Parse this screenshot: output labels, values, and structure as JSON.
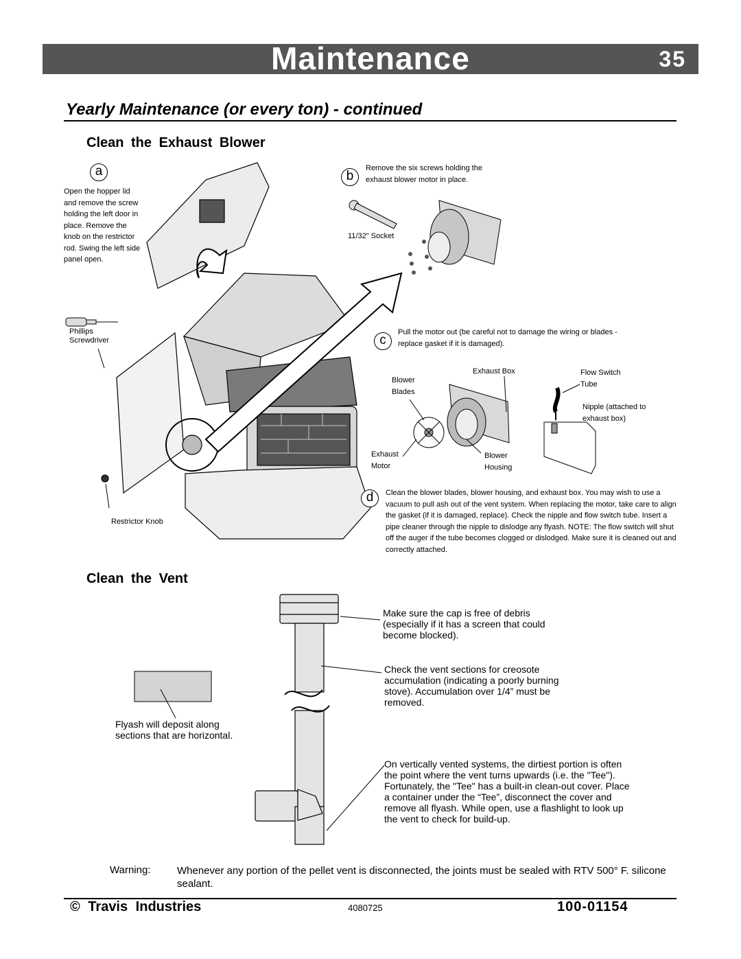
{
  "header": {
    "title": "Maintenance",
    "page_number": "35"
  },
  "section": {
    "title": "Yearly Maintenance (or every ton) - continued"
  },
  "exhaust": {
    "heading": "Clean the Exhaust Blower",
    "step_a": {
      "letter": "a",
      "text": "Open the hopper lid and remove the screw holding the left door in place. Remove the knob on the restrictor rod. Swing the left side panel open."
    },
    "screwdriver_label": "Phillips Screwdriver",
    "restrictor_label": "Restrictor Knob",
    "step_b": {
      "letter": "b",
      "text": "Remove the six screws holding the exhaust blower motor in place.",
      "socket_label": "11/32\" Socket"
    },
    "step_c": {
      "letter": "c",
      "text": "Pull the motor out (be careful not to damage the wiring or blades - replace gasket if it is damaged)."
    },
    "labels": {
      "exhaust_box": "Exhaust Box",
      "flow_switch_tube": "Flow Switch Tube",
      "blower_blades": "Blower Blades",
      "nipple": "Nipple (attached to exhaust box)",
      "exhaust_motor": "Exhaust Motor",
      "blower_housing": "Blower Housing"
    },
    "step_d": {
      "letter": "d",
      "text": "Clean the blower blades, blower housing, and exhaust box. You may wish to use a vacuum to pull ash out of the vent system. When replacing the motor, take care to align the gasket (if it is damaged, replace). Check the nipple and flow switch tube. Insert a pipe cleaner through the nipple to dislodge any flyash. NOTE: The flow switch will shut off the auger if the tube becomes clogged or dislodged. Make sure it is cleaned out and correctly attached."
    }
  },
  "vent": {
    "heading": "Clean the Vent",
    "cap_note": "Make sure the cap is free of debris (especially if it has a screen that could become blocked).",
    "creosote_note": "Check the vent sections for creosote accumulation (indicating a poorly burning stove). Accumulation over 1/4” must be removed.",
    "flyash_note": "Flyash will deposit along sections that are horizontal.",
    "tee_note": "On vertically vented systems, the dirtiest portion is often the point where the vent turns upwards (i.e. the \"Tee\"). Fortunately, the \"Tee\" has a built-in clean-out cover. Place a container under the “Tee”, disconnect the cover and remove all flyash. While open, use a flashlight to look up the vent to check for build-up."
  },
  "warning": {
    "label": "Warning:",
    "text": "Whenever any portion of the pellet vent is disconnected, the joints must be sealed with RTV 500° F. silicone sealant."
  },
  "footer": {
    "company": "© Travis Industries",
    "date_code": "4080725",
    "doc_number": "100-01154"
  }
}
